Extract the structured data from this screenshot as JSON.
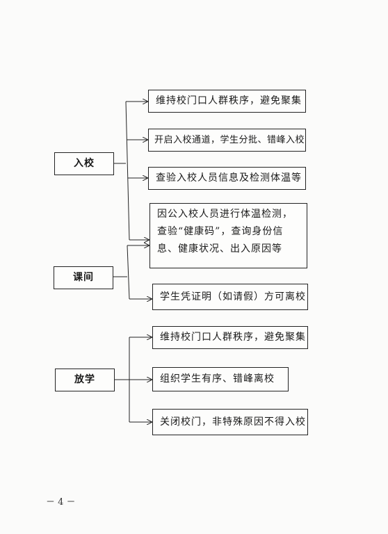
{
  "diagram": {
    "groups": [
      {
        "label": "入校",
        "items": [
          "维持校门口人群秩序，避免聚集",
          "开启入校通道，学生分批、错峰入校",
          "查验入校人员信息及检测体温等",
          "因公入校人员进行体温检测，查验“健康码”，查询身份信息、健康状况、出入原因等"
        ]
      },
      {
        "label": "课间",
        "items": [
          "学生凭证明（如请假）方可离校"
        ]
      },
      {
        "label": "放学",
        "items": [
          "维持校门口人群秩序，避免聚集",
          "组织学生有序、错峰离校",
          "关闭校门，非特殊原因不得入校"
        ]
      }
    ]
  },
  "footer": {
    "page_number": "－ 4 －"
  }
}
